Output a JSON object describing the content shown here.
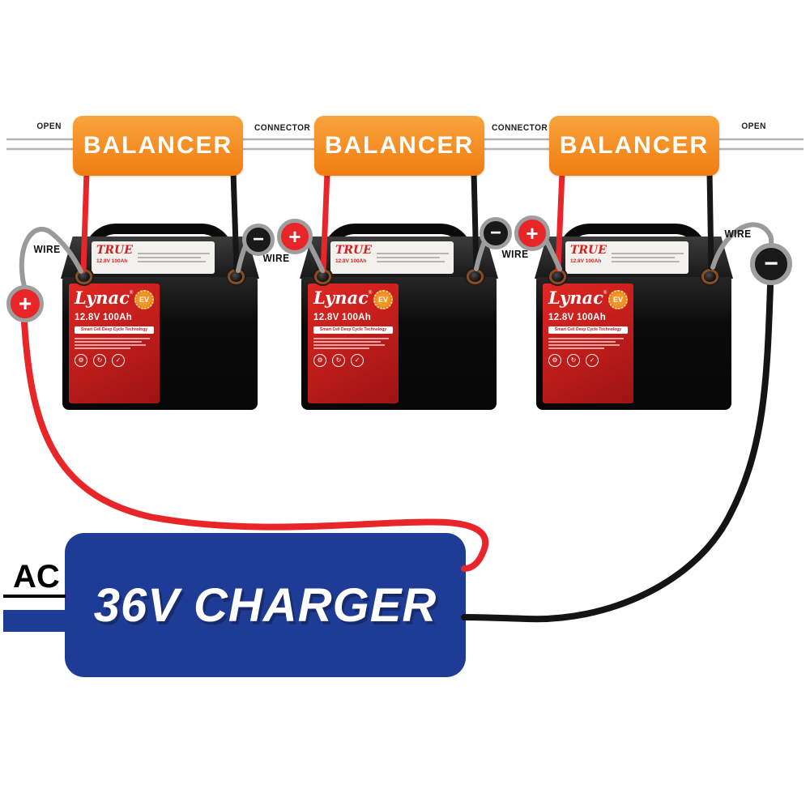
{
  "bus": {
    "open_left": "OPEN",
    "connector_left": "CONNECTOR",
    "connector_right": "CONNECTOR",
    "open_right": "OPEN"
  },
  "balancers": [
    {
      "label": "BALANCER"
    },
    {
      "label": "BALANCER"
    },
    {
      "label": "BALANCER"
    }
  ],
  "wires": {
    "left_label": "WIRE",
    "mid_left_label": "WIRE",
    "mid_right_label": "WIRE",
    "right_label": "WIRE"
  },
  "symbols": {
    "plus": "+",
    "minus": "−"
  },
  "battery": {
    "brand": "Lynac",
    "brand_mark": "®",
    "badge": "EV",
    "spec": "12.8V 100Ah",
    "tagline": "Smart Cell Deep Cycle Technology",
    "top_label": "TRUE",
    "top_spec": "12.8V 100Ah",
    "feature_icons": [
      "⚙",
      "↻",
      "✓"
    ]
  },
  "charger": {
    "label": "36V CHARGER",
    "input_label": "AC"
  },
  "colors": {
    "balancer_orange": "#F6921E",
    "charger_blue": "#1E3C96",
    "wire_red": "#E8262A",
    "wire_black": "#161616",
    "wire_gray": "#9A9A9A",
    "battery_label_red": "#D6201F"
  }
}
